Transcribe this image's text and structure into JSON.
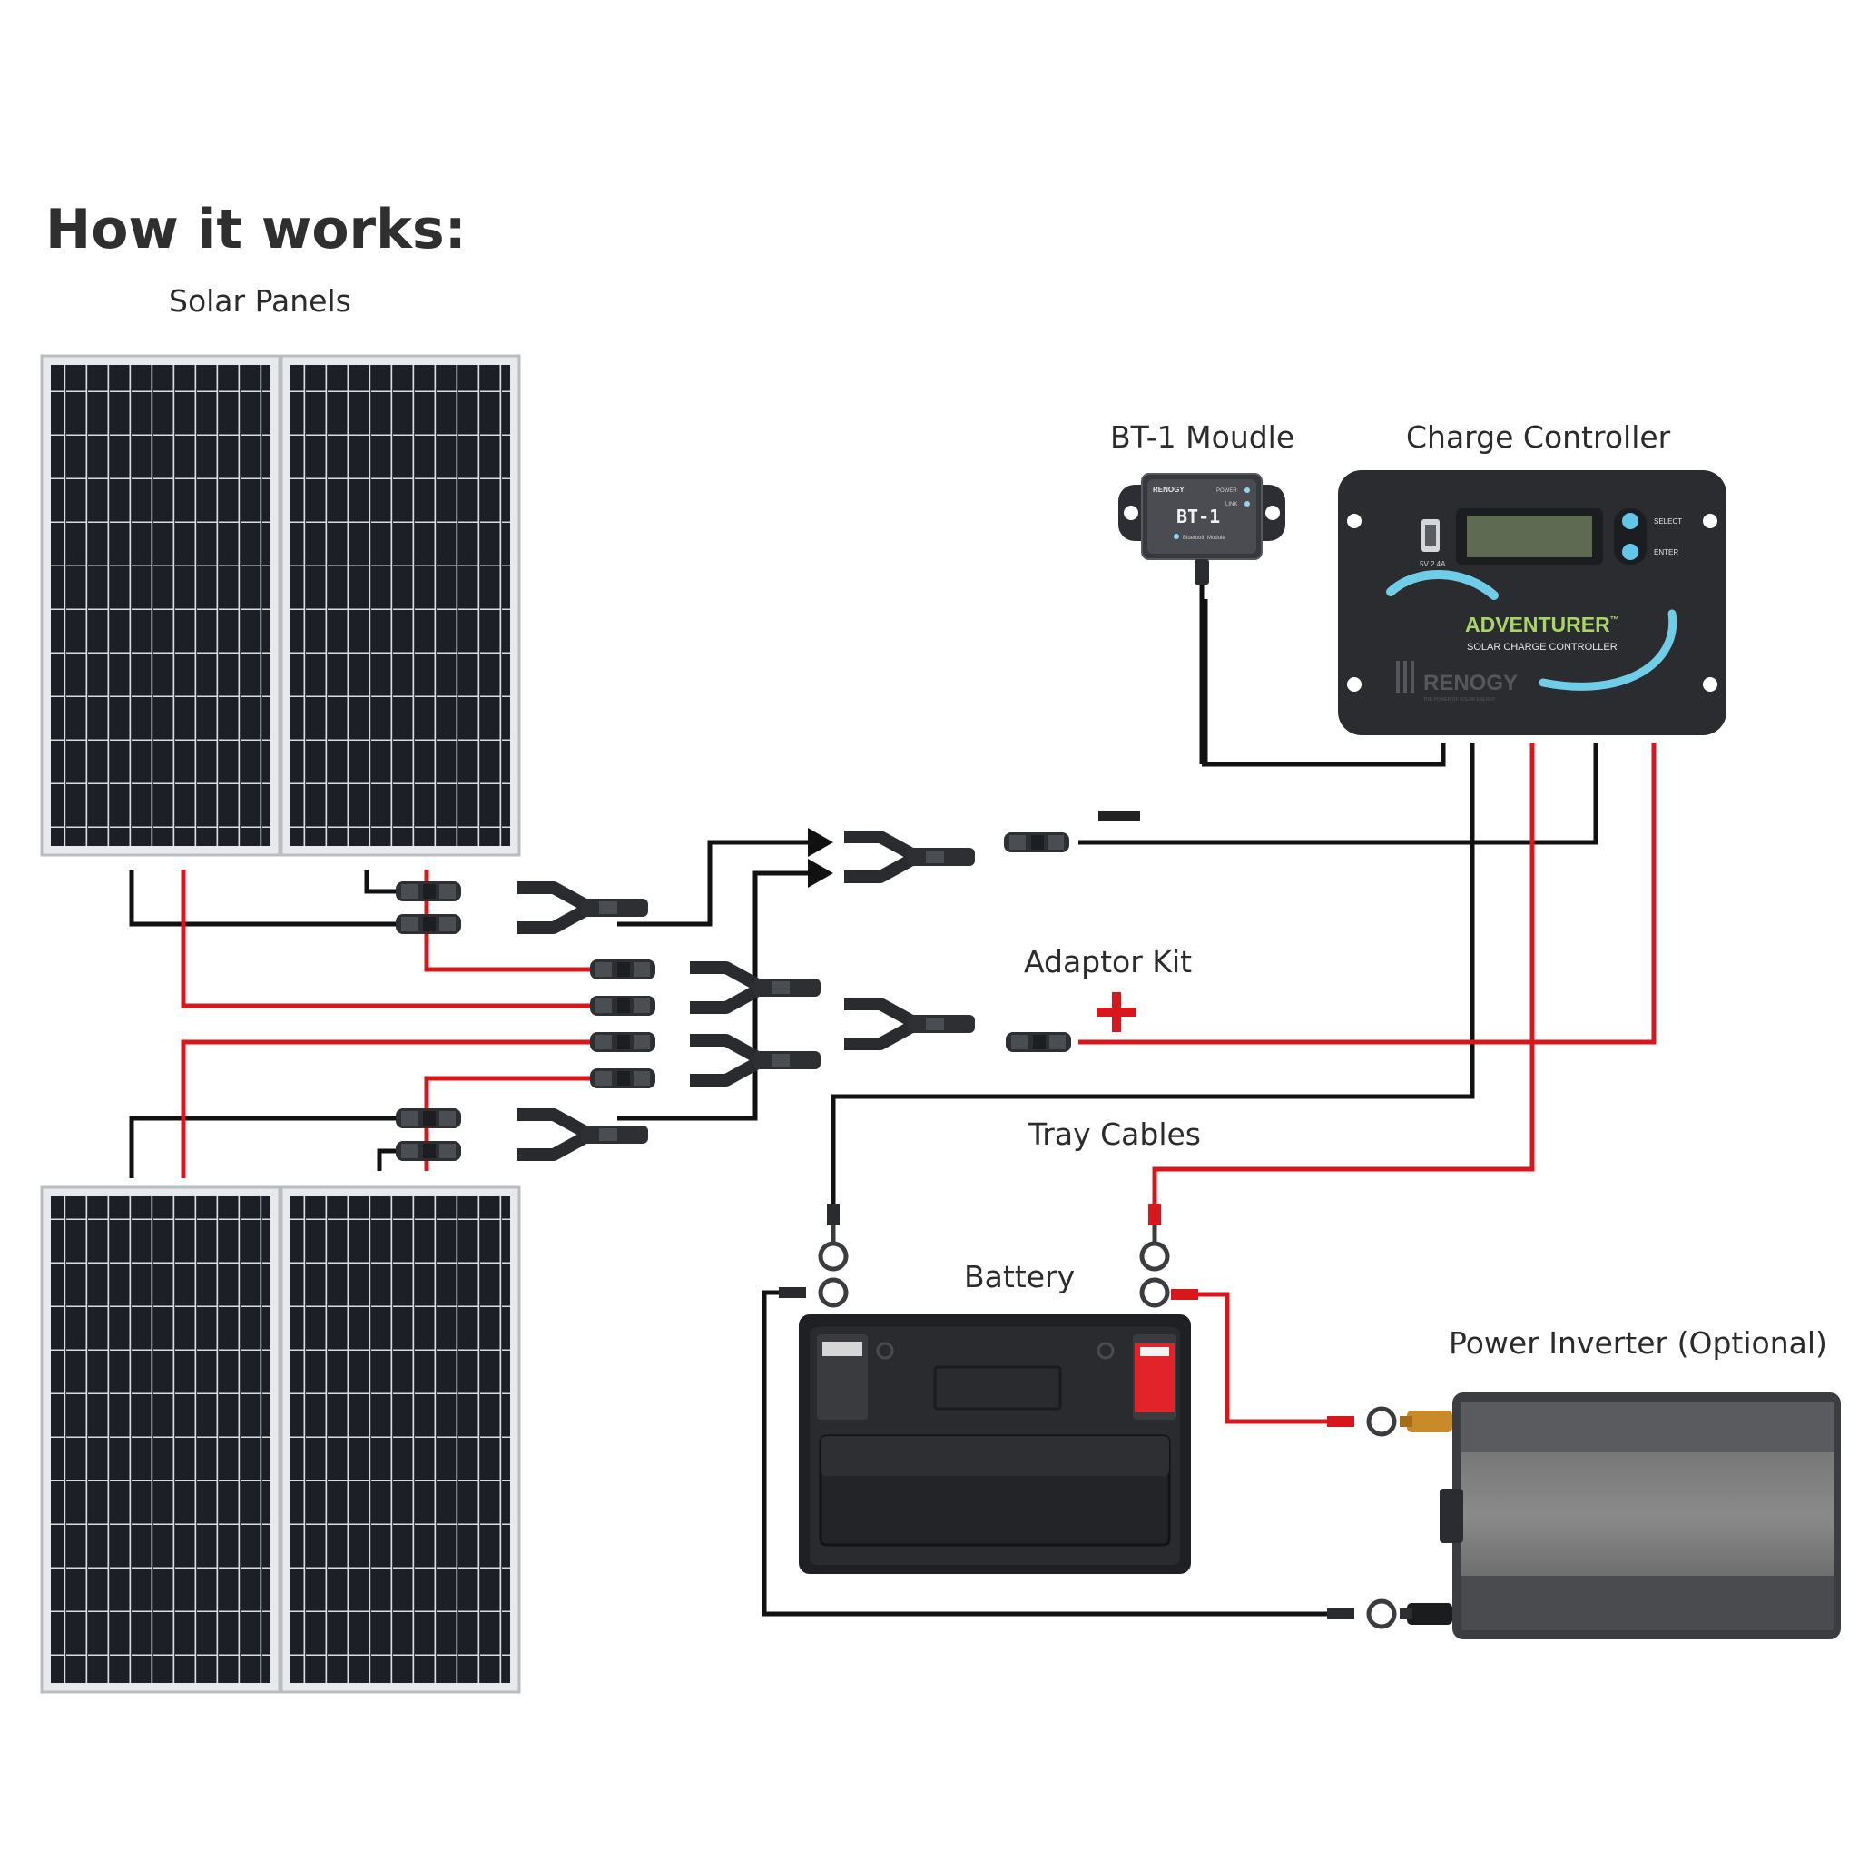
{
  "title": "How it works:",
  "labels": {
    "solar_panels": "Solar Panels",
    "bt1_module": "BT-1 Moudle",
    "charge_controller": "Charge Controller",
    "adaptor_kit": "Adaptor Kit",
    "tray_cables": "Tray Cables",
    "battery": "Battery",
    "power_inverter": "Power Inverter (Optional)"
  },
  "bt1_device": {
    "brand": "RENOGY",
    "name": "BT-1",
    "subtitle": "Bluetooth Module",
    "led_power": "POWER",
    "led_link": "LINK"
  },
  "controller_device": {
    "product": "ADVENTURER",
    "trademark": "™",
    "subtitle": "SOLAR CHARGE CONTROLLER",
    "usb_label": "5V 2.4A",
    "select_label": "SELECT",
    "enter_label": "ENTER",
    "brand": "RENOGY",
    "tagline": "THE POWER OF SOLAR ENERGY"
  },
  "colors": {
    "positive_wire": "#d8171c",
    "negative_wire": "#111111",
    "panel_cell": "#1c1f26",
    "panel_frame": "#c9ccd1",
    "controller_body": "#2a2c30",
    "controller_accent": "#6fcde8",
    "brand_green": "#a8d46a"
  },
  "icons": {
    "negative_terminal": "minus-sign",
    "positive_terminal": "plus-sign"
  }
}
